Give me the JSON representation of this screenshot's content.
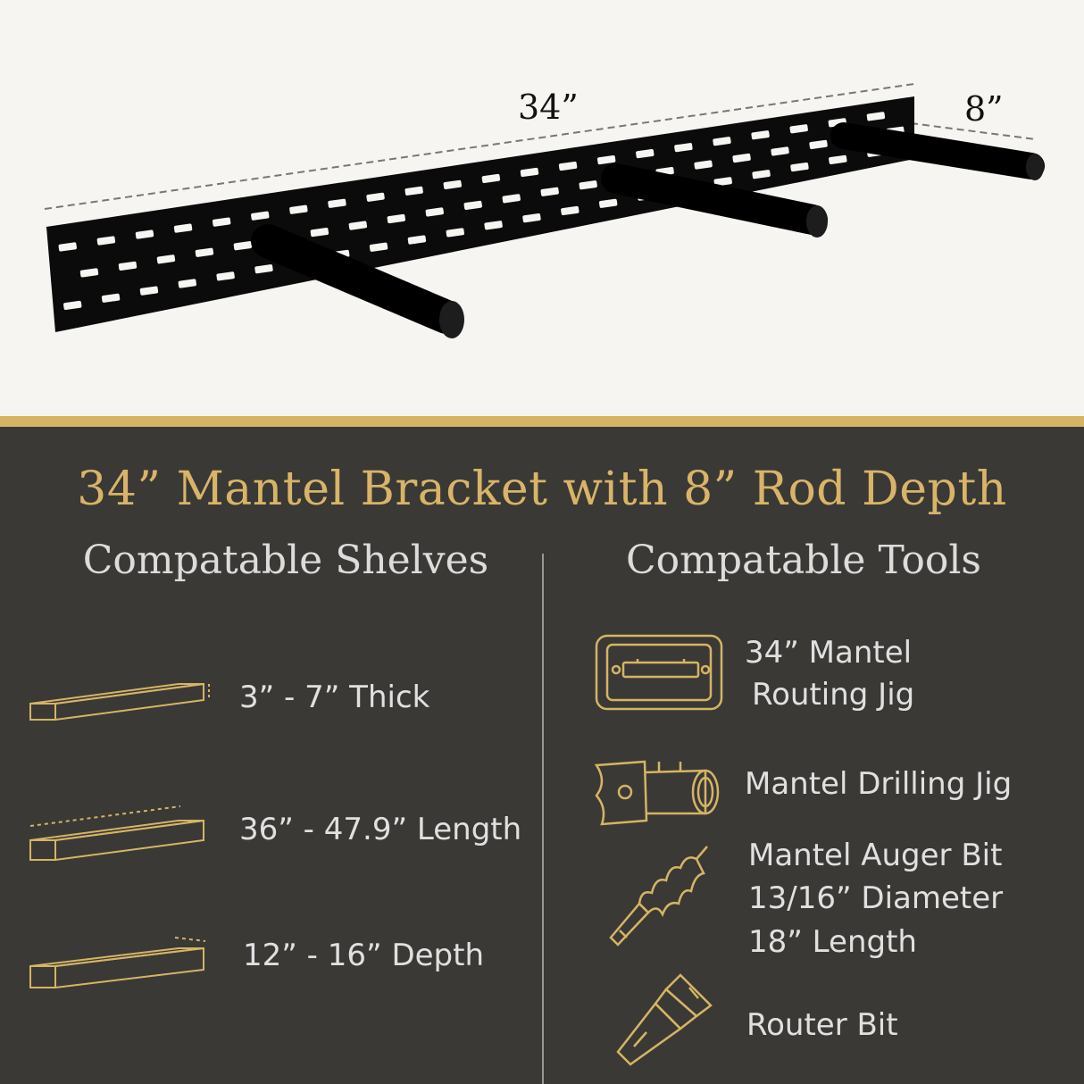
{
  "dimensions": {
    "width_label": "34”",
    "depth_label": "8”"
  },
  "title": "34” Mantel Bracket with 8” Rod Depth",
  "shelves": {
    "heading": "Compatable Shelves",
    "items": [
      {
        "icon": "shelf-thickness-icon",
        "label": "3” - 7” Thick"
      },
      {
        "icon": "shelf-length-icon",
        "label": "36” - 47.9” Length"
      },
      {
        "icon": "shelf-depth-icon",
        "label": "12” - 16” Depth"
      }
    ]
  },
  "tools": {
    "heading": "Compatable Tools",
    "items": [
      {
        "icon": "routing-jig-icon",
        "lines": [
          "34” Mantel",
          "Routing Jig"
        ]
      },
      {
        "icon": "drilling-jig-icon",
        "lines": [
          "Mantel Drilling Jig"
        ]
      },
      {
        "icon": "auger-bit-icon",
        "lines": [
          "Mantel Auger Bit",
          "13/16” Diameter",
          "18” Length"
        ]
      },
      {
        "icon": "router-bit-icon",
        "lines": [
          "Router Bit"
        ]
      }
    ]
  },
  "colors": {
    "gold": "#d6b464",
    "dark_bg": "#3a3936",
    "light_bg": "#f7f5f1"
  }
}
